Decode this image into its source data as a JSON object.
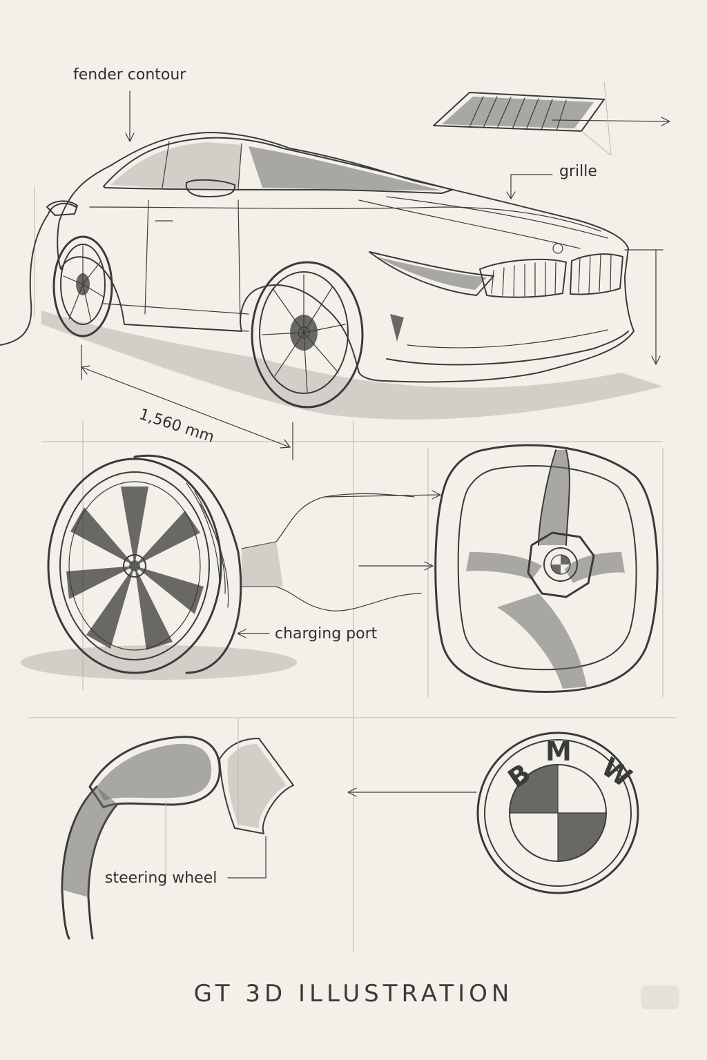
{
  "labels": {
    "fender_contour": "fender contour",
    "grille": "grille",
    "dimension": "1,560 mm",
    "charging_port": "charging port",
    "steering_wheel": "steering wheel"
  },
  "title": "GT 3D ILLUSTRATION",
  "logo": {
    "letters": [
      "B",
      "M",
      "W"
    ]
  },
  "colors": {
    "paper": "#f2f0e9",
    "pencil": "#3a3a38"
  }
}
